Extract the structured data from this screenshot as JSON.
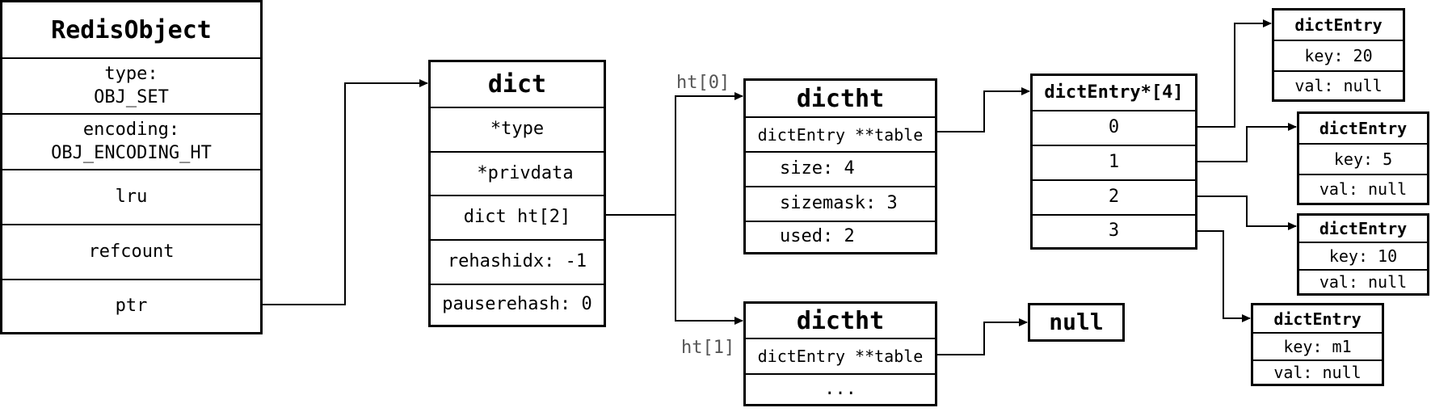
{
  "redis_object": {
    "title": "RedisObject",
    "rows": [
      "type:\nOBJ_SET",
      "encoding:\nOBJ_ENCODING_HT",
      "lru",
      "refcount",
      "ptr"
    ]
  },
  "dict": {
    "title": "dict",
    "rows": [
      "*type",
      "*privdata",
      "dict ht[2]",
      "rehashidx: -1",
      "pauserehash: 0"
    ]
  },
  "ht0": {
    "label": "ht[0]",
    "title": "dictht",
    "rows": [
      "dictEntry **table",
      "size: 4",
      "sizemask: 3",
      "used: 2"
    ]
  },
  "ht1": {
    "label": "ht[1]",
    "title": "dictht",
    "rows": [
      "dictEntry **table",
      "..."
    ]
  },
  "null_box": {
    "text": "null"
  },
  "table": {
    "title": "dictEntry*[4]",
    "rows": [
      "0",
      "1",
      "2",
      "3"
    ]
  },
  "entries": [
    {
      "title": "dictEntry",
      "key": "key: 20",
      "val": "val: null"
    },
    {
      "title": "dictEntry",
      "key": "key: 5",
      "val": "val: null"
    },
    {
      "title": "dictEntry",
      "key": "key: 10",
      "val": "val: null"
    },
    {
      "title": "dictEntry",
      "key": "key: m1",
      "val": "val: null"
    }
  ]
}
